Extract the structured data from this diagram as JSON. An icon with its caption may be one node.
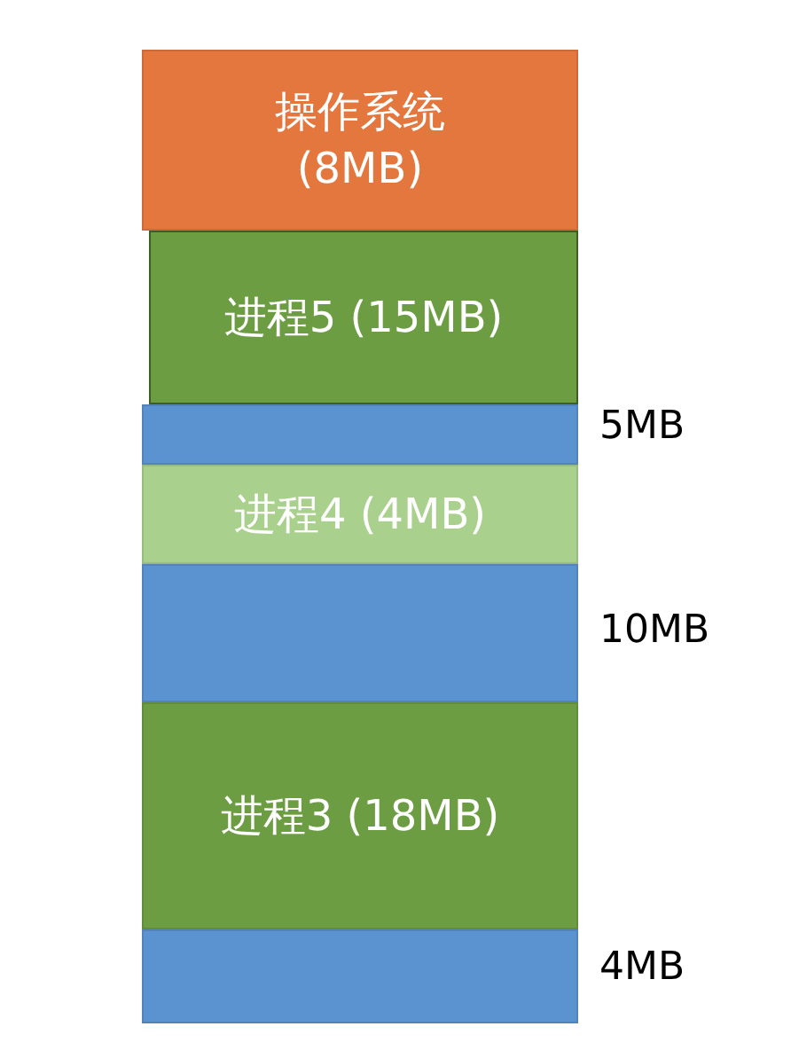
{
  "diagram": {
    "nodes": [
      {
        "text": [
          "操作系统",
          "(8MB)"
        ]
      },
      {
        "text": [
          "进程5 (15MB)"
        ]
      },
      {
        "text": [],
        "shape": "bar",
        "beside": [
          "5MB"
        ]
      },
      {
        "text": [
          "进程4 (4MB)"
        ]
      },
      {
        "text": [],
        "shape": "bar",
        "beside": [
          "10MB"
        ]
      },
      {
        "text": [
          "进程3 (18MB)"
        ]
      },
      {
        "text": [],
        "shape": "bar",
        "beside": [
          "4MB"
        ]
      }
    ]
  }
}
